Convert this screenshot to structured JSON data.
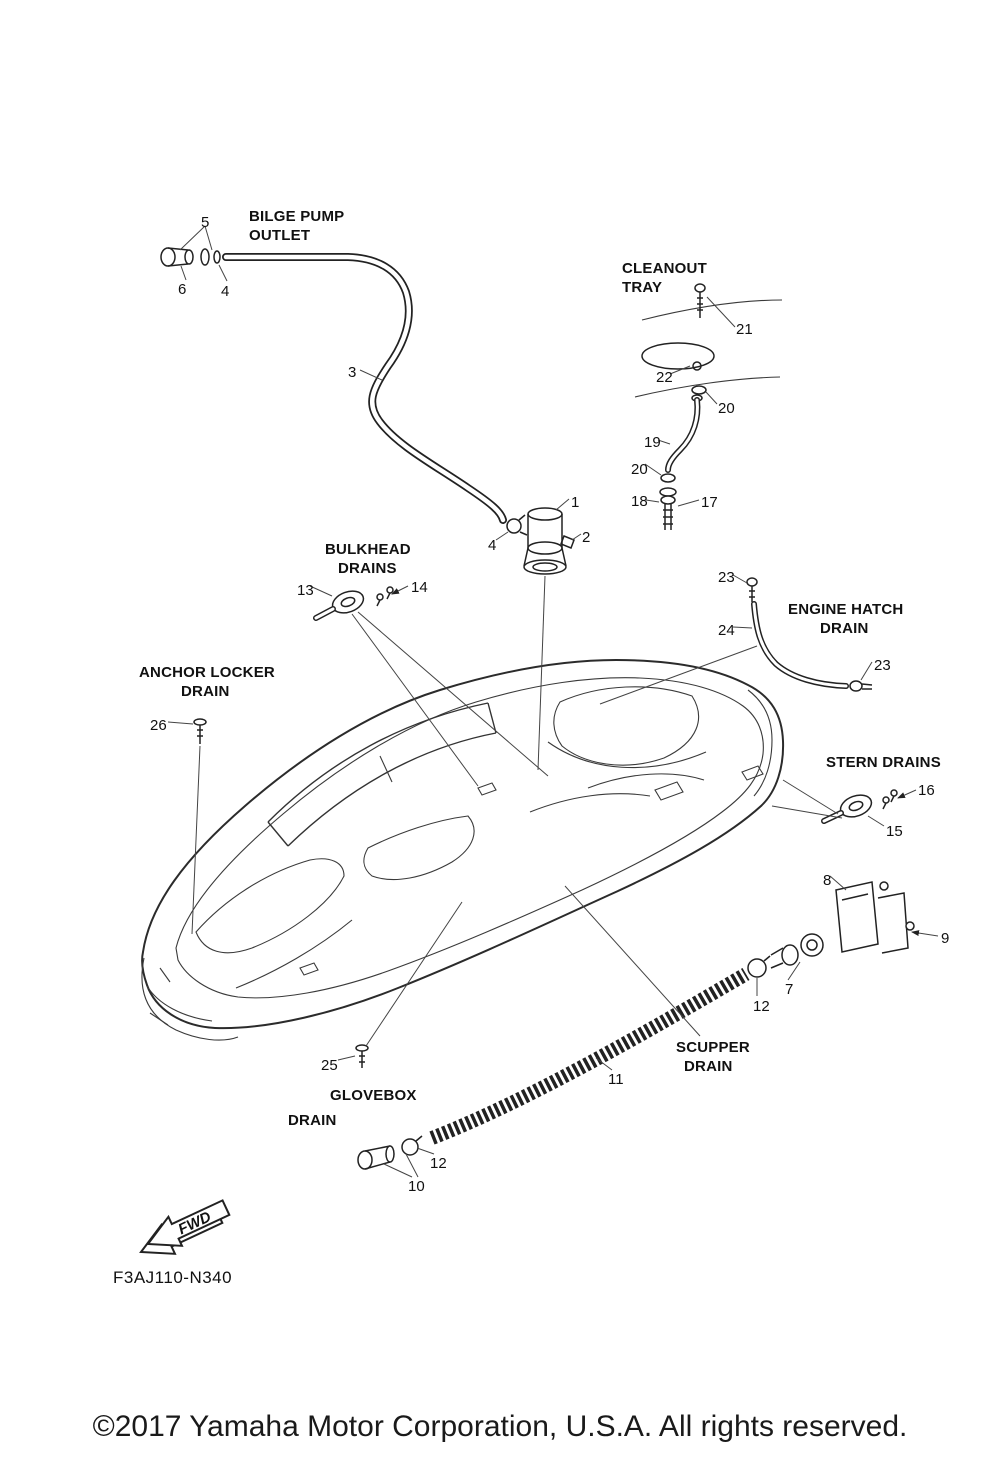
{
  "page": {
    "copyright": "©2017 Yamaha Motor Corporation, U.S.A. All rights reserved.",
    "part_code": "F3AJ110-N340",
    "fwd": "FWD"
  },
  "labels": {
    "bilge_pump_1": "BILGE PUMP",
    "bilge_pump_2": "OUTLET",
    "cleanout_1": "CLEANOUT",
    "cleanout_2": "TRAY",
    "bulkhead_1": "BULKHEAD",
    "bulkhead_2": "DRAINS",
    "anchor_1": "ANCHOR LOCKER",
    "anchor_2": "DRAIN",
    "engine_hatch_1": "ENGINE HATCH",
    "engine_hatch_2": "DRAIN",
    "stern": "STERN DRAINS",
    "scupper_1": "SCUPPER",
    "scupper_2": "DRAIN",
    "glovebox_1": "GLOVEBOX",
    "glovebox_2": "DRAIN"
  },
  "callouts": {
    "c1": "1",
    "c2": "2",
    "c3": "3",
    "c4a": "4",
    "c4b": "4",
    "c5": "5",
    "c6": "6",
    "c7": "7",
    "c8": "8",
    "c9": "9",
    "c10": "10",
    "c11": "11",
    "c12a": "12",
    "c12b": "12",
    "c13": "13",
    "c14": "14",
    "c15": "15",
    "c16": "16",
    "c17": "17",
    "c18": "18",
    "c19": "19",
    "c20a": "20",
    "c20b": "20",
    "c21": "21",
    "c22": "22",
    "c23a": "23",
    "c23b": "23",
    "c24": "24",
    "c25": "25",
    "c26": "26"
  }
}
